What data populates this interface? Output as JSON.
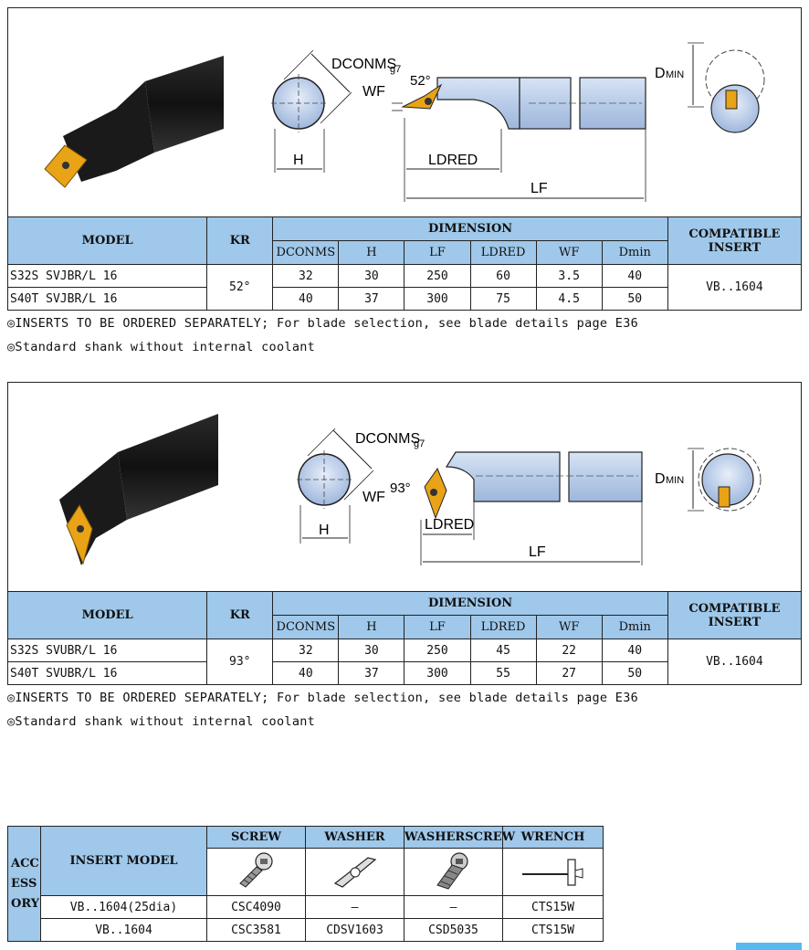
{
  "sections": [
    {
      "figure": {
        "title_dim": "DCONMS",
        "title_sub": "g7",
        "angle": "52°",
        "labels": {
          "wf": "WF",
          "h": "H",
          "ldred": "LDRED",
          "lf": "LF",
          "dmin_main": "D",
          "dmin_sub": "MIN"
        }
      },
      "table": {
        "header": {
          "model": "MODEL",
          "kr": "KR",
          "dimension": "DIMENSION",
          "compatible": "COMPATIBLE INSERT",
          "cols": [
            "DCONMS",
            "H",
            "LF",
            "LDRED",
            "WF",
            "Dmin"
          ]
        },
        "kr_value": "52°",
        "insert": "VB..1604",
        "rows": [
          {
            "model": "S32S SVJBR/L 16",
            "values": [
              "32",
              "30",
              "250",
              "60",
              "3.5",
              "40"
            ]
          },
          {
            "model": "S40T SVJBR/L 16",
            "values": [
              "40",
              "37",
              "300",
              "75",
              "4.5",
              "50"
            ]
          }
        ]
      },
      "notes": [
        "◎INSERTS TO BE ORDERED SEPARATELY; For blade selection, see blade details page E36",
        "◎Standard shank without internal coolant"
      ]
    },
    {
      "figure": {
        "title_dim": "DCONMS",
        "title_sub": "g7",
        "angle": "93°",
        "labels": {
          "wf": "WF",
          "h": "H",
          "ldred": "LDRED",
          "lf": "LF",
          "dmin_main": "D",
          "dmin_sub": "MIN"
        }
      },
      "table": {
        "header": {
          "model": "MODEL",
          "kr": "KR",
          "dimension": "DIMENSION",
          "compatible": "COMPATIBLE INSERT",
          "cols": [
            "DCONMS",
            "H",
            "LF",
            "LDRED",
            "WF",
            "Dmin"
          ]
        },
        "kr_value": "93°",
        "insert": "VB..1604",
        "rows": [
          {
            "model": "S32S SVUBR/L 16",
            "values": [
              "32",
              "30",
              "250",
              "45",
              "22",
              "40"
            ]
          },
          {
            "model": "S40T SVUBR/L 16",
            "values": [
              "40",
              "37",
              "300",
              "55",
              "27",
              "50"
            ]
          }
        ]
      },
      "notes": [
        "◎INSERTS TO BE ORDERED SEPARATELY; For blade selection, see blade details page E36",
        "◎Standard shank without internal coolant"
      ]
    }
  ],
  "accessory": {
    "side_label_lines": [
      "ACC",
      "ESS",
      "ORY"
    ],
    "insert_model_header": "INSERT MODEL",
    "columns": [
      "SCREW",
      "WASHER",
      "WASHERSCREW",
      "WRENCH"
    ],
    "icons": [
      "screw-icon",
      "washer-icon",
      "washer-screw-icon",
      "wrench-icon"
    ],
    "rows": [
      {
        "model": "VB..1604(25dia)",
        "values": [
          "CSC4090",
          "—",
          "—",
          "CTS15W"
        ]
      },
      {
        "model": "VB..1604",
        "values": [
          "CSC3581",
          "CDSV1603",
          "CSD5035",
          "CTS15W"
        ]
      }
    ]
  },
  "colors": {
    "header_blue": "#9fc8ea",
    "accent": "#5bb8ee",
    "insert_gold": "#e8a317"
  }
}
